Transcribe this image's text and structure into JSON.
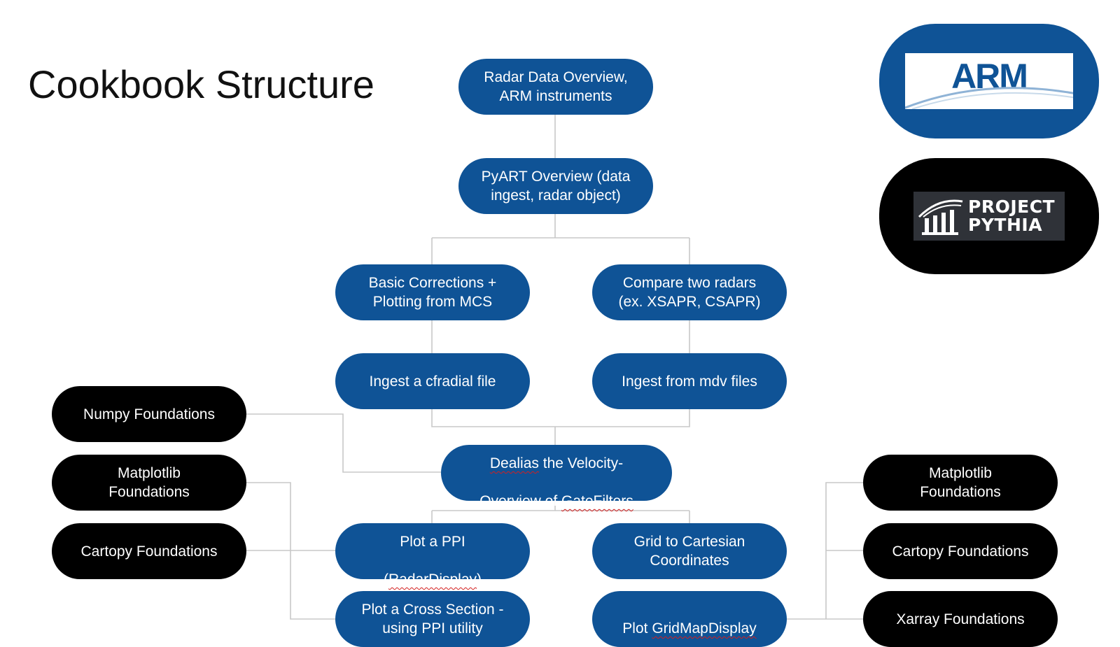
{
  "title": "Cookbook Structure",
  "colors": {
    "blue_node": "#0f5396",
    "black_node": "#000000",
    "edge": "#c8c8c8"
  },
  "nodes": {
    "radar_overview": "Radar Data Overview,\nARM instruments",
    "pyart_overview": "PyART Overview (data\ningest, radar object)",
    "basic_corrections": "Basic Corrections +\nPlotting from MCS",
    "compare_radars": "Compare two radars\n(ex. XSAPR, CSAPR)",
    "ingest_cfradial": "Ingest a cfradial file",
    "ingest_mdv": "Ingest from mdv files",
    "dealias_line1_a": "Dealias",
    "dealias_line1_b": " the Velocity-",
    "dealias_line2_a": "Overview of ",
    "dealias_line2_b": "GateFilters",
    "plot_ppi_line1": "Plot a PPI",
    "plot_ppi_line2_a": "(",
    "plot_ppi_line2_b": "RadarDisplay",
    "plot_ppi_line2_c": ")",
    "grid_cartesian": "Grid to Cartesian\nCoordinates",
    "cross_section": "Plot a Cross Section -\nusing PPI utility",
    "gridmap_a": "Plot ",
    "gridmap_b": "GridMapDisplay",
    "numpy_foundations": "Numpy Foundations",
    "matplotlib_left": "Matplotlib\nFoundations",
    "cartopy_left": "Cartopy Foundations",
    "matplotlib_right": "Matplotlib\nFoundations",
    "cartopy_right": "Cartopy Foundations",
    "xarray_foundations": "Xarray Foundations"
  },
  "logos": {
    "arm": "ARM",
    "pythia": "PROJECT\nPYTHIA"
  }
}
